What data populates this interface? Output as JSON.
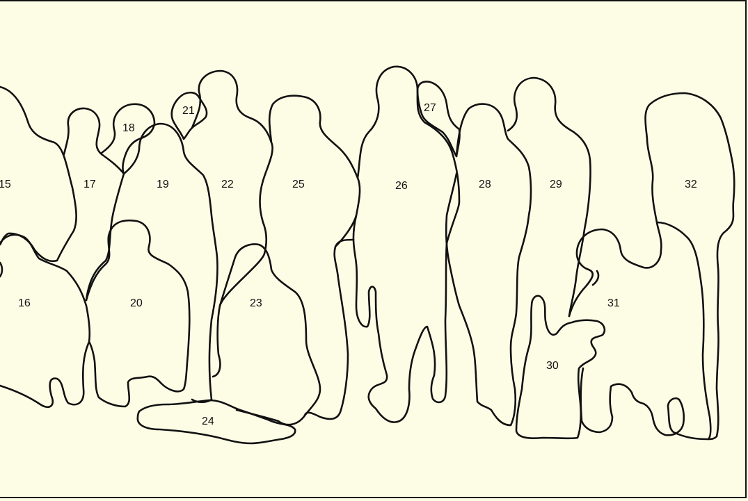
{
  "colors": {
    "background": "#fdfde6",
    "outline": "#111111"
  },
  "figures": [
    {
      "id": "figure-15",
      "number": "15"
    },
    {
      "id": "figure-16",
      "number": "16"
    },
    {
      "id": "figure-17",
      "number": "17"
    },
    {
      "id": "figure-18",
      "number": "18"
    },
    {
      "id": "figure-19",
      "number": "19"
    },
    {
      "id": "figure-20",
      "number": "20"
    },
    {
      "id": "figure-21",
      "number": "21"
    },
    {
      "id": "figure-22",
      "number": "22"
    },
    {
      "id": "figure-23",
      "number": "23"
    },
    {
      "id": "figure-24",
      "number": "24"
    },
    {
      "id": "figure-25",
      "number": "25"
    },
    {
      "id": "figure-26",
      "number": "26"
    },
    {
      "id": "figure-27",
      "number": "27"
    },
    {
      "id": "figure-28",
      "number": "28"
    },
    {
      "id": "figure-29",
      "number": "29"
    },
    {
      "id": "figure-30",
      "number": "30"
    },
    {
      "id": "figure-31",
      "number": "31"
    },
    {
      "id": "figure-32",
      "number": "32"
    }
  ]
}
